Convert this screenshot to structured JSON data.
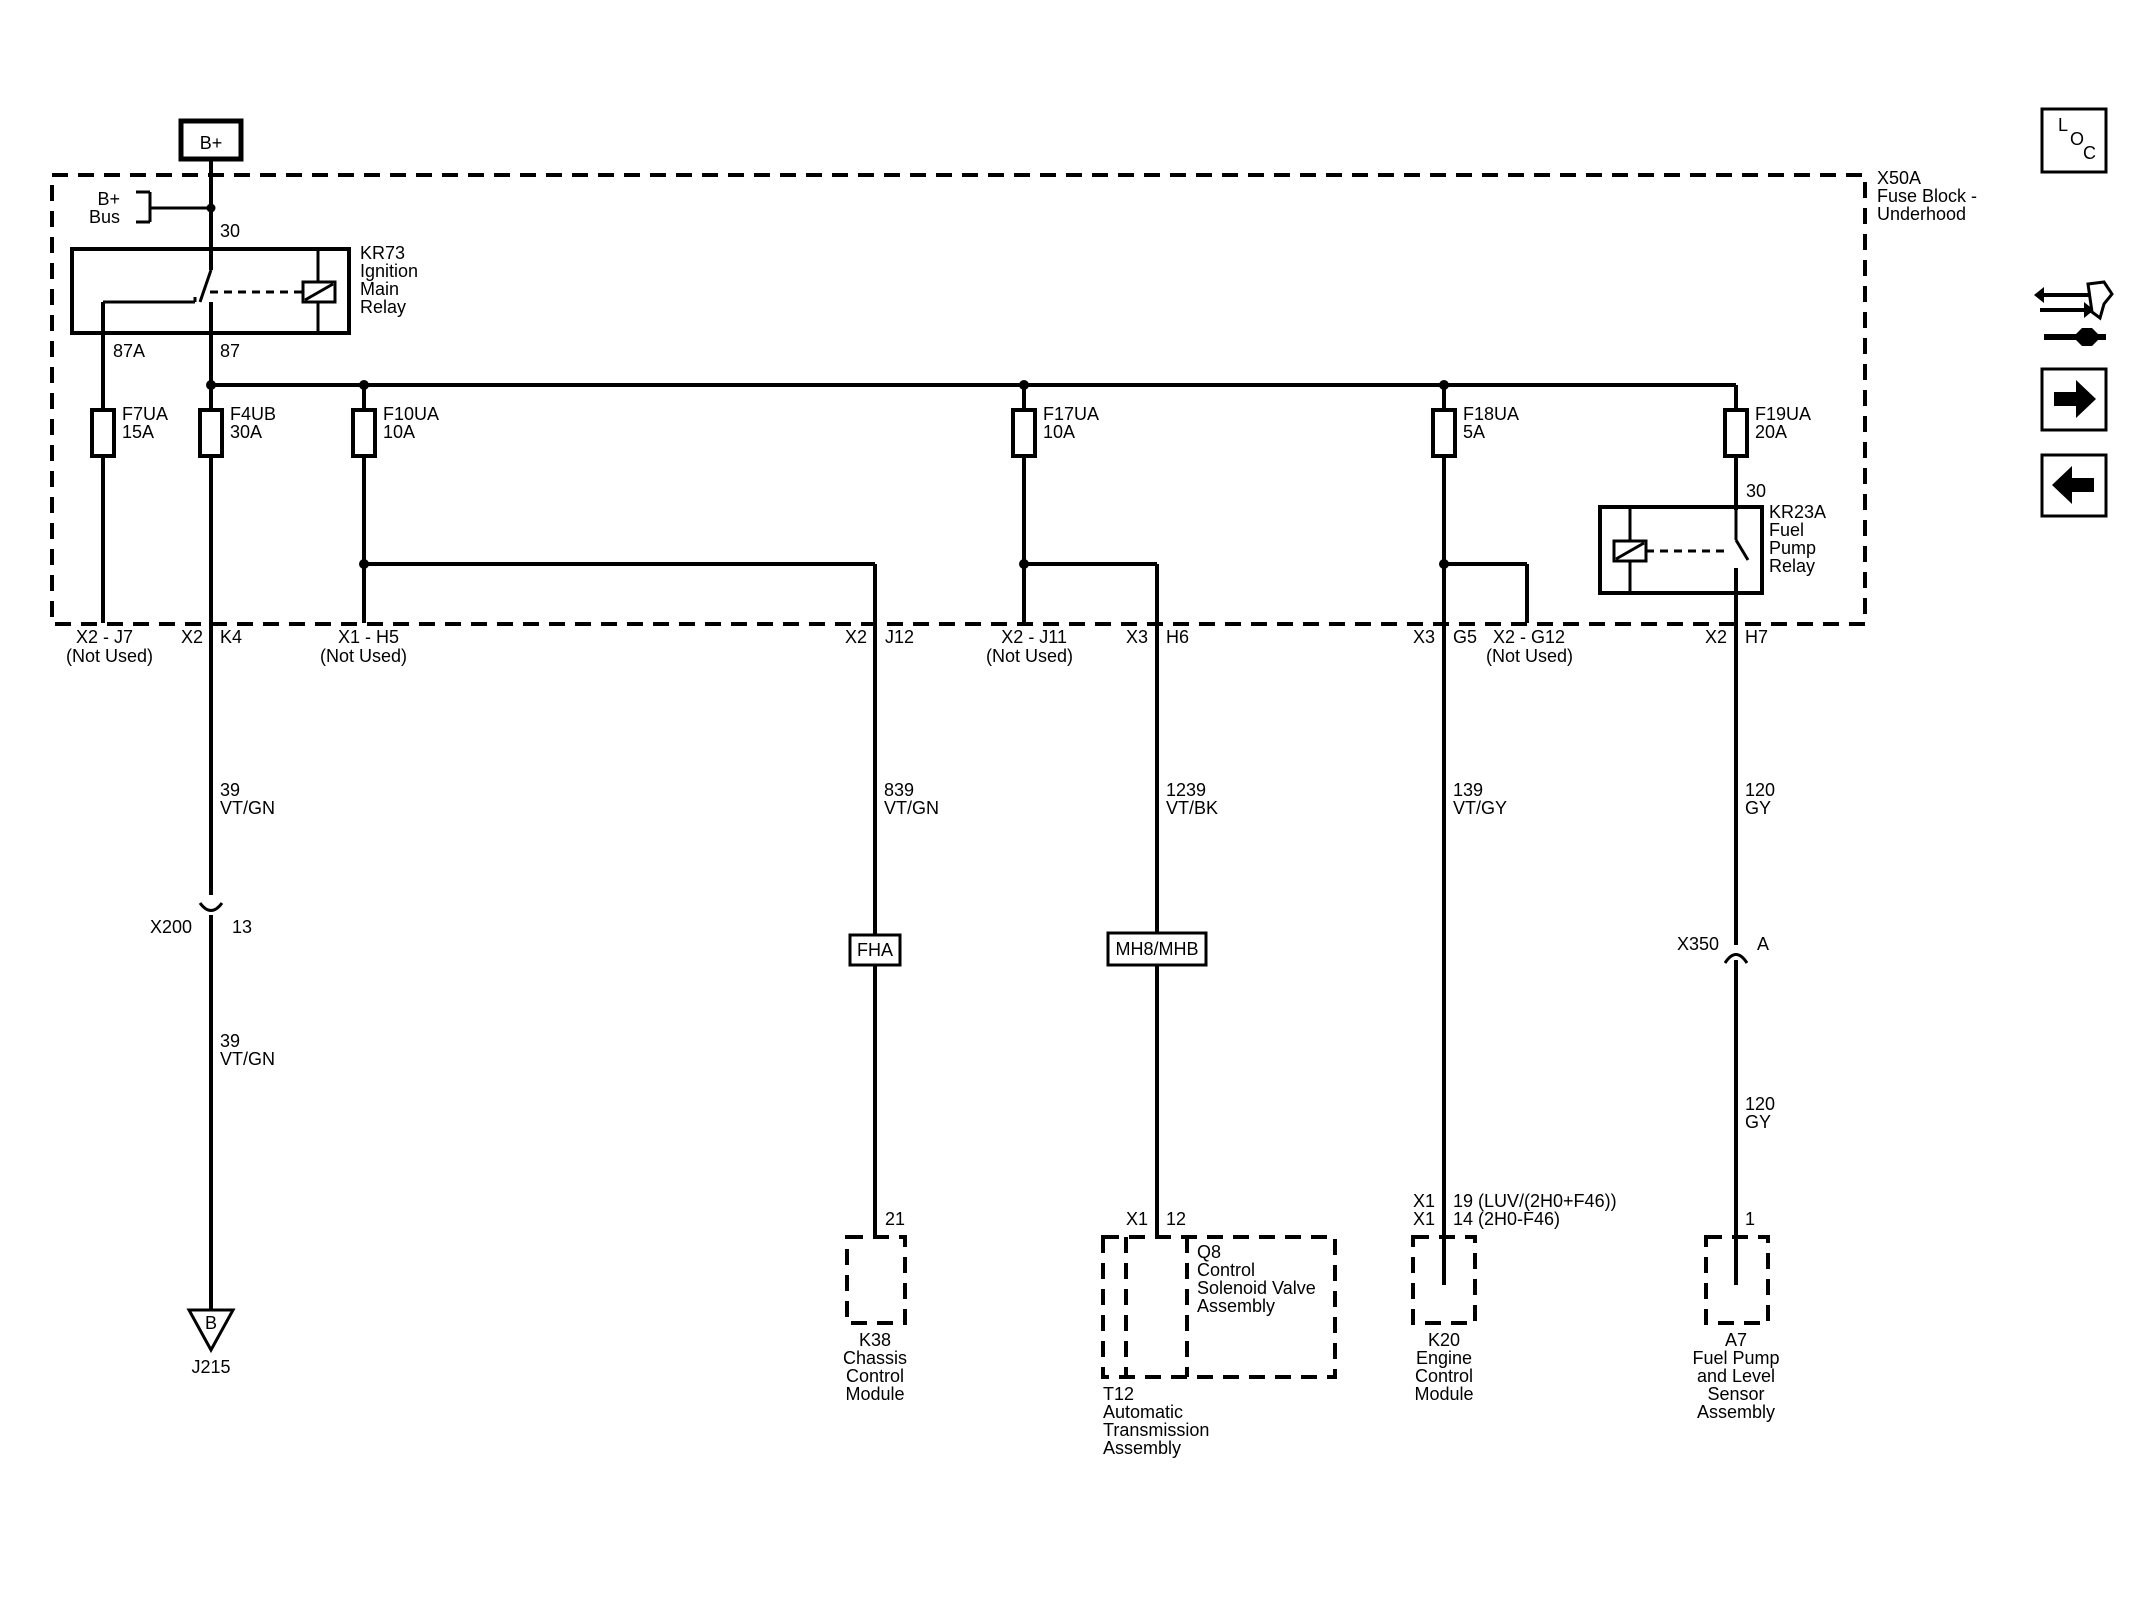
{
  "power": {
    "bplus_label": "B+",
    "bus_label_1": "B+",
    "bus_label_2": "Bus"
  },
  "fuse_block": {
    "line1": "X50A",
    "line2": "Fuse Block -",
    "line3": "Underhood"
  },
  "relay_kr73": {
    "name": "KR73",
    "desc1": "Ignition",
    "desc2": "Main",
    "desc3": "Relay",
    "pin_in": "30",
    "pin_nc": "87A",
    "pin_no": "87"
  },
  "relay_kr23a": {
    "name": "KR23A",
    "desc1": "Fuel",
    "desc2": "Pump",
    "desc3": "Relay",
    "pin_in": "30"
  },
  "fuses": [
    {
      "name": "F7UA",
      "rating": "15A"
    },
    {
      "name": "F4UB",
      "rating": "30A"
    },
    {
      "name": "F10UA",
      "rating": "10A"
    },
    {
      "name": "F17UA",
      "rating": "10A"
    },
    {
      "name": "F18UA",
      "rating": "5A"
    },
    {
      "name": "F19UA",
      "rating": "20A"
    }
  ],
  "pins": {
    "x2_j7": "X2 - J7",
    "x2_j7_note": "(Not Used)",
    "x2_k4_conn": "X2",
    "x2_k4_pin": "K4",
    "x1_h5": "X1 - H5",
    "x1_h5_note": "(Not Used)",
    "x2_j12_conn": "X2",
    "x2_j12_pin": "J12",
    "x2_j11": "X2 - J11",
    "x2_j11_note": "(Not Used)",
    "x3_h6_conn": "X3",
    "x3_h6_pin": "H6",
    "x3_g5_conn": "X3",
    "x3_g5_pin": "G5",
    "x2_g12": "X2 - G12",
    "x2_g12_note": "(Not Used)",
    "x2_h7_conn": "X2",
    "x2_h7_pin": "H7"
  },
  "wires": {
    "w39a_num": "39",
    "w39a_color": "VT/GN",
    "w39b_num": "39",
    "w39b_color": "VT/GN",
    "w839_num": "839",
    "w839_color": "VT/GN",
    "w1239_num": "1239",
    "w1239_color": "VT/BK",
    "w139_num": "139",
    "w139_color": "VT/GY",
    "w120a_num": "120",
    "w120a_color": "GY",
    "w120b_num": "120",
    "w120b_color": "GY"
  },
  "inline": {
    "x200_name": "X200",
    "x200_pin": "13",
    "x350_name": "X350",
    "x350_pin": "A",
    "fha": "FHA",
    "mh8": "MH8/MHB"
  },
  "ground": {
    "letter": "B",
    "name": "J215"
  },
  "k38": {
    "pin": "21",
    "l1": "K38",
    "l2": "Chassis",
    "l3": "Control",
    "l4": "Module"
  },
  "t12": {
    "conn": "X1",
    "pin": "12",
    "q8_1": "Q8",
    "q8_2": "Control",
    "q8_3": "Solenoid Valve",
    "q8_4": "Assembly",
    "l1": "T12",
    "l2": "Automatic",
    "l3": "Transmission",
    "l4": "Assembly"
  },
  "k20": {
    "conn1": "X1",
    "pin1": "19 (LUV/(2H0+F46))",
    "conn2": "X1",
    "pin2": "14 (2H0-F46)",
    "l1": "K20",
    "l2": "Engine",
    "l3": "Control",
    "l4": "Module"
  },
  "a7": {
    "pin": "1",
    "l1": "A7",
    "l2": "Fuel Pump",
    "l3": "and Level",
    "l4": "Sensor",
    "l5": "Assembly"
  },
  "sidebar": {
    "loc_l": "L",
    "loc_o": "O",
    "loc_c": "C"
  }
}
